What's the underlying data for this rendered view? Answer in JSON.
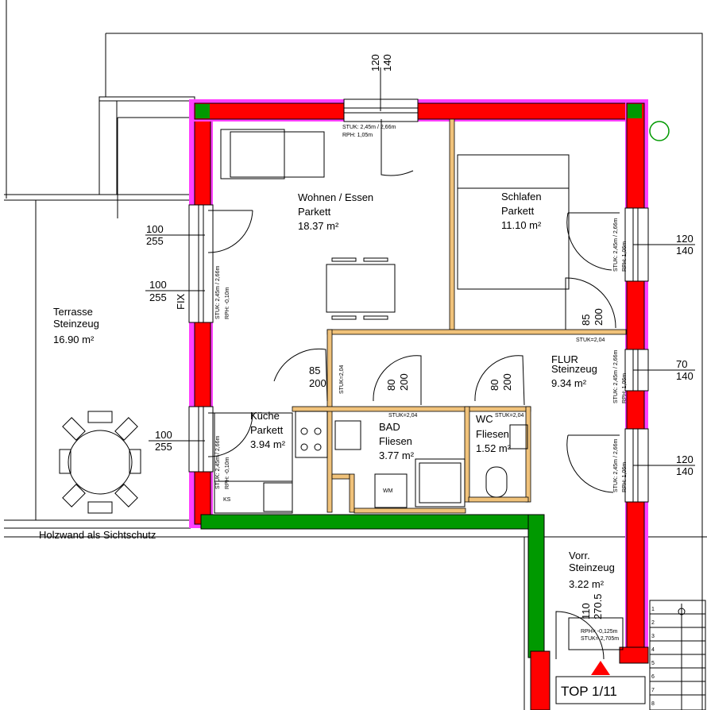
{
  "colors": {
    "wall_red": "#ff0000",
    "wall_magenta": "#ff40ff",
    "wall_green": "#009900",
    "partition": "#d4a017",
    "line": "#000000"
  },
  "rooms": [
    {
      "name": "Wohnen / Essen",
      "floor": "Parkett",
      "area": "18.37 m²"
    },
    {
      "name": "Schlafen",
      "floor": "Parkett",
      "area": "11.10 m²"
    },
    {
      "name": "Terrasse",
      "floor": "Steinzeug",
      "area": "16.90 m²"
    },
    {
      "name": "FLUR",
      "floor": "Steinzeug",
      "area": "9.34 m²"
    },
    {
      "name": "Küche",
      "floor": "Parkett",
      "area": "3.94 m²"
    },
    {
      "name": "BAD",
      "floor": "Fliesen",
      "area": "3.77 m²"
    },
    {
      "name": "WC",
      "floor": "Fliesen",
      "area": "1.52 m²"
    },
    {
      "name": "Vorr.",
      "floor": "Steinzeug",
      "area": "3.22 m²"
    }
  ],
  "dimensions": {
    "top_window": [
      "120",
      "140"
    ],
    "schlafen_window": [
      "120",
      "140"
    ],
    "flur_window": [
      "70",
      "140"
    ],
    "lower_right_window": [
      "120",
      "140"
    ],
    "wohnen_door_upper": [
      "100",
      "255"
    ],
    "wohnen_door_lower": [
      "100",
      "255"
    ],
    "kueche_door": [
      "100",
      "255"
    ],
    "schlafen_door": [
      "85",
      "200"
    ],
    "wohnen_door": [
      "85",
      "200"
    ],
    "bad_door": [
      "80",
      "200"
    ],
    "wc_door": [
      "80",
      "200"
    ],
    "entrance_door": [
      "110",
      "270.5"
    ]
  },
  "notes": {
    "stuk_top": "STUK: 2,45m / 2,66m",
    "rph_top": "RPH: 1,05m",
    "stuk_wohnen": "STUK: 2,45m / 2,66m",
    "rph_wohnen": "RPH: -0,10m",
    "stuk_schlafen": "STUK: 2,45m / 2,66m",
    "rph_schlafen": "RPH: 1,06m",
    "stuk_flur": "STUK: 2,45m / 2,66m",
    "rph_flur": "RPH: 1,06m",
    "stuk_lower": "STUK: 2,45m / 2,66m",
    "rph_lower": "RPH: 1,06m",
    "stuk_kueche": "STUK: 2,45m / 2,66m",
    "rph_kueche": "RPH: -0,10m",
    "stuk_204_a": "STUK=2,04",
    "stuk_204_b": "STUK=2,04",
    "stuk_204_c": "STUK=2,04",
    "stuk_204_d": "STUK=2,04",
    "rph_entrance": "RPH= -0,125m",
    "stuk_entrance": "STUK= 2,705m",
    "fix": "FIX",
    "ks": "KS",
    "wm": "WM",
    "holzwand": "Holzwand als Sichtschutz"
  },
  "unit_label": "TOP 1/11",
  "stairs": [
    "1",
    "2",
    "3",
    "4",
    "5",
    "6",
    "7",
    "8"
  ]
}
